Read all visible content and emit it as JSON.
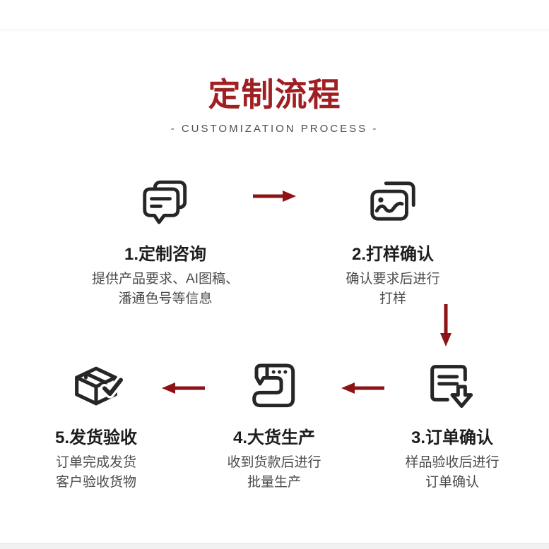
{
  "header": {
    "title": "定制流程",
    "subtitle": "-  CUSTOMIZATION PROCESS  -"
  },
  "steps": [
    {
      "id": 1,
      "icon": "chat-bubbles-icon",
      "title": "1.定制咨询",
      "desc_lines": [
        "提供产品要求、AI图稿、",
        "潘通色号等信息"
      ]
    },
    {
      "id": 2,
      "icon": "sample-photos-icon",
      "title": "2.打样确认",
      "desc_lines": [
        "确认要求后进行",
        "打样"
      ]
    },
    {
      "id": 3,
      "icon": "order-download-icon",
      "title": "3.订单确认",
      "desc_lines": [
        "样品验收后进行",
        "订单确认"
      ]
    },
    {
      "id": 4,
      "icon": "sewing-machine-icon",
      "title": "4.大货生产",
      "desc_lines": [
        "收到货款后进行",
        "批量生产"
      ]
    },
    {
      "id": 5,
      "icon": "package-check-icon",
      "title": "5.发货验收",
      "desc_lines": [
        "订单完成发货",
        "客户验收货物"
      ]
    }
  ],
  "flow": {
    "arrows": [
      "right: step1 to step2",
      "down: step2 to step3",
      "left: step3 to step4",
      "left: step4 to step5"
    ]
  },
  "colors": {
    "title_red": "#9f1f23",
    "arrow_red": "#8e1317",
    "icon_dark": "#262626",
    "step_title_dark": "#1d1d1d",
    "desc_gray": "#4b4b4b",
    "divider_gray": "#e8e8e8",
    "footer_strip_gray": "#f0f0f0",
    "background": "#ffffff"
  }
}
